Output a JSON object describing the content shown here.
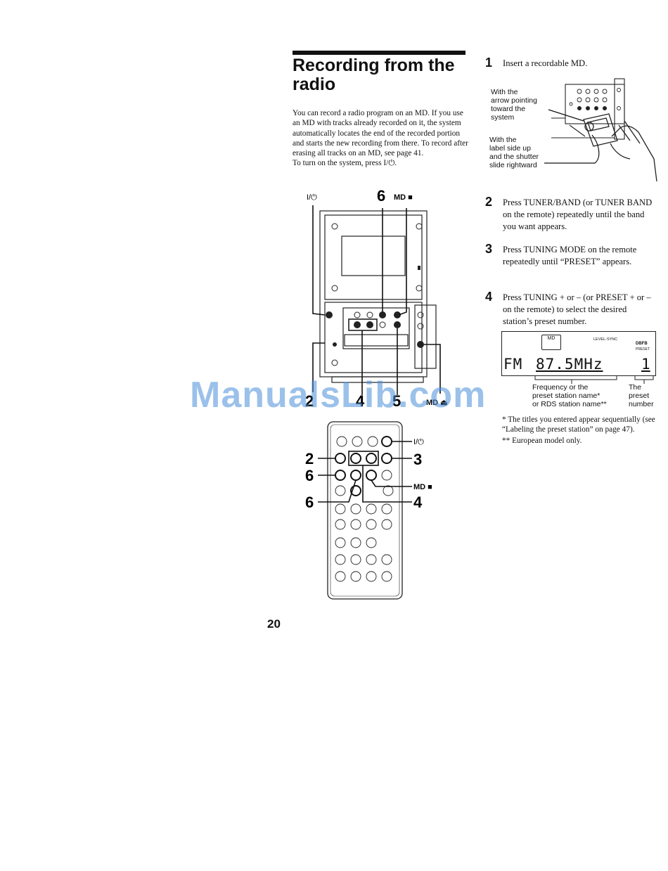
{
  "section": {
    "title": "Recording from the radio",
    "intro": [
      "You can record a radio program on an MD. If you use an MD with tracks already recorded on it, the system automatically locates the end of the recorded portion and starts the new recording from there. To record after erasing all tracks on an MD, see page 41.",
      "To turn on the system, press I/⏻."
    ]
  },
  "steps": [
    {
      "num": "1",
      "text": "Insert a recordable MD."
    },
    {
      "num": "2",
      "text": "Press TUNER/BAND (or TUNER BAND on the remote) repeatedly until the band you want appears."
    },
    {
      "num": "3",
      "text": "Press TUNING MODE on the remote repeatedly until “PRESET” appears."
    },
    {
      "num": "4",
      "text": "Press TUNING + or – (or PRESET + or – on the remote) to select the desired station’s preset number."
    }
  ],
  "md_figure": {
    "callout_arrow": [
      "With the",
      "arrow pointing",
      "toward the",
      "system"
    ],
    "callout_label": [
      "With the",
      "label side up",
      "and the shutter",
      "slide rightward"
    ]
  },
  "main_unit_figure": {
    "power_label": "I/⏻",
    "label_6": "6",
    "md_stop_label": "MD ■",
    "label_2": "2",
    "label_4": "4",
    "label_5": "5",
    "md_eject_label": "MD ⏏"
  },
  "remote_figure": {
    "power_label": "I/⏻",
    "label_2": "2",
    "label_3": "3",
    "label_6a": "6",
    "label_6b": "6",
    "label_4": "4",
    "md_stop_label": "MD ■"
  },
  "display": {
    "md_indicator": "MD",
    "level_sync": "LEVEL-SYNC",
    "dbfb": "DBFB",
    "preset": "PRESET",
    "band": "FM",
    "frequency": "87.5MHz",
    "preset_number": "1",
    "label_left": [
      "Frequency or the",
      "preset station name*",
      "or RDS station name**"
    ],
    "label_right": [
      "The",
      "preset",
      "number"
    ]
  },
  "notes": [
    "* The titles you entered appear sequentially (see “Labeling the preset station” on page 47).",
    "** European model only."
  ],
  "page_number": "20",
  "watermark": "ManualsLib.com"
}
